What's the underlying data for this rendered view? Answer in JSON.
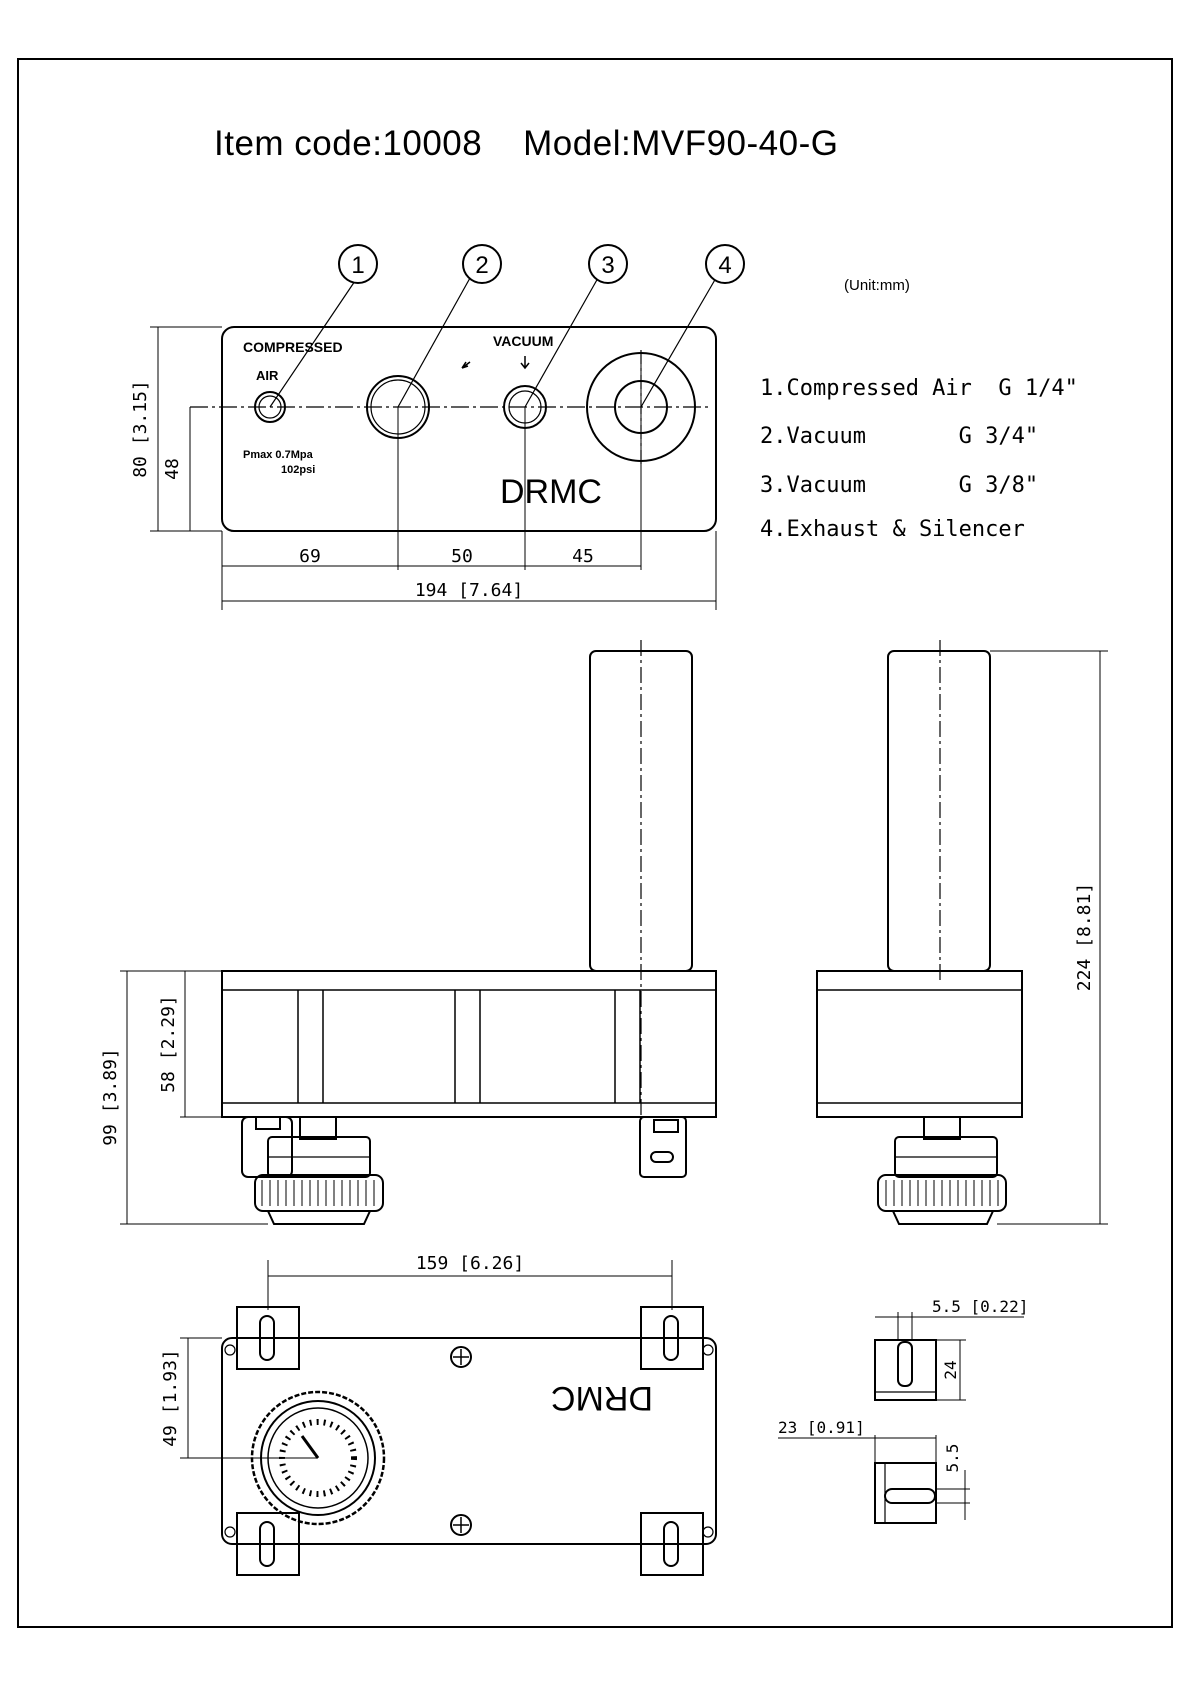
{
  "header": {
    "item_code": "Item code:10008",
    "model": "Model:MVF90-40-G",
    "unit": "(Unit:mm)"
  },
  "callouts": [
    "1",
    "2",
    "3",
    "4"
  ],
  "legend": [
    {
      "label": "1.Compressed Air  G 1/4\""
    },
    {
      "label": "2.Vacuum       G 3/4\""
    },
    {
      "label": "3.Vacuum       G 3/8\""
    },
    {
      "label": "4.Exhaust & Silencer"
    }
  ],
  "front_panel": {
    "compressed": "COMPRESSED",
    "air": "AIR",
    "vacuum": "VACUUM",
    "pmax": "Pmax 0.7Mpa",
    "psi": "102psi",
    "brand": "DRMC"
  },
  "dimensions": {
    "front_height": "80 [3.15]",
    "front_center": "48",
    "spacing_1": "69",
    "spacing_2": "50",
    "spacing_3": "45",
    "front_width": "194 [7.64]",
    "side_total_height": "99 [3.89]",
    "side_body_height": "58 [2.29]",
    "end_total_height": "224 [8.81]",
    "mount_spacing": "159 [6.26]",
    "gauge_offset": "49 [1.93]",
    "slot_width": "5.5 [0.22]",
    "slot_height": "24",
    "bracket_width": "23 [0.91]",
    "bracket_slot": "5.5"
  },
  "bottom_view": {
    "brand_mirrored": "DRMC"
  }
}
